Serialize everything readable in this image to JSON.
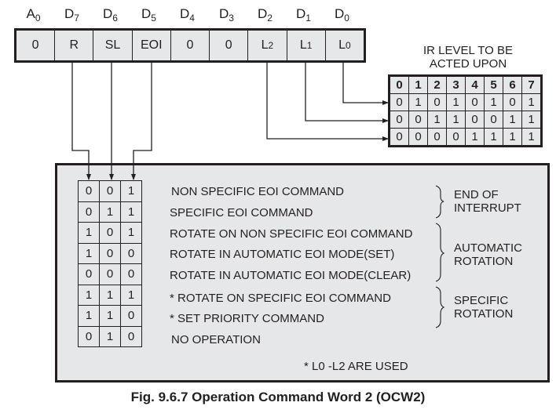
{
  "register": {
    "bit_labels": [
      {
        "base": "A",
        "sub": "0"
      },
      {
        "base": "D",
        "sub": "7"
      },
      {
        "base": "D",
        "sub": "6"
      },
      {
        "base": "D",
        "sub": "5"
      },
      {
        "base": "D",
        "sub": "4"
      },
      {
        "base": "D",
        "sub": "3"
      },
      {
        "base": "D",
        "sub": "2"
      },
      {
        "base": "D",
        "sub": "1"
      },
      {
        "base": "D",
        "sub": "0"
      }
    ],
    "cells": [
      {
        "base": "0",
        "sub": ""
      },
      {
        "base": "R",
        "sub": ""
      },
      {
        "base": "SL",
        "sub": ""
      },
      {
        "base": "EOI",
        "sub": ""
      },
      {
        "base": "0",
        "sub": ""
      },
      {
        "base": "0",
        "sub": ""
      },
      {
        "base": "L",
        "sub": "2"
      },
      {
        "base": "L",
        "sub": "1"
      },
      {
        "base": "L",
        "sub": "0"
      }
    ]
  },
  "ir_table": {
    "title_line1": "IR LEVEL TO BE",
    "title_line2": "ACTED UPON",
    "header": [
      "0",
      "1",
      "2",
      "3",
      "4",
      "5",
      "6",
      "7"
    ],
    "rows": [
      [
        "0",
        "1",
        "0",
        "1",
        "0",
        "1",
        "0",
        "1"
      ],
      [
        "0",
        "0",
        "1",
        "1",
        "0",
        "0",
        "1",
        "1"
      ],
      [
        "0",
        "0",
        "0",
        "0",
        "1",
        "1",
        "1",
        "1"
      ]
    ]
  },
  "commands": [
    {
      "bits": [
        "0",
        "0",
        "1"
      ],
      "text": "NON SPECIFIC EOI COMMAND"
    },
    {
      "bits": [
        "0",
        "1",
        "1"
      ],
      "text": "SPECIFIC EOI COMMAND"
    },
    {
      "bits": [
        "1",
        "0",
        "1"
      ],
      "text": "ROTATE ON  NON SPECIFIC EOI COMMAND"
    },
    {
      "bits": [
        "1",
        "0",
        "0"
      ],
      "text": "ROTATE IN AUTOMATIC EOI MODE(SET)"
    },
    {
      "bits": [
        "0",
        "0",
        "0"
      ],
      "text": "ROTATE IN AUTOMATIC EOI MODE(CLEAR)"
    },
    {
      "bits": [
        "1",
        "1",
        "1"
      ],
      "text": "* ROTATE ON  SPECIFIC EOI COMMAND"
    },
    {
      "bits": [
        "1",
        "1",
        "0"
      ],
      "text": "* SET PRIORITY COMMAND"
    },
    {
      "bits": [
        "0",
        "1",
        "0"
      ],
      "text": "NO OPERATION"
    }
  ],
  "groups": [
    {
      "line1": "END OF",
      "line2": "INTERRUPT"
    },
    {
      "line1": "AUTOMATIC",
      "line2": "ROTATION"
    },
    {
      "line1": "SPECIFIC",
      "line2": "ROTATION"
    }
  ],
  "note": "* L0 -L2 ARE USED",
  "caption": "Fig. 9.6.7 Operation Command Word 2 (OCW2)"
}
